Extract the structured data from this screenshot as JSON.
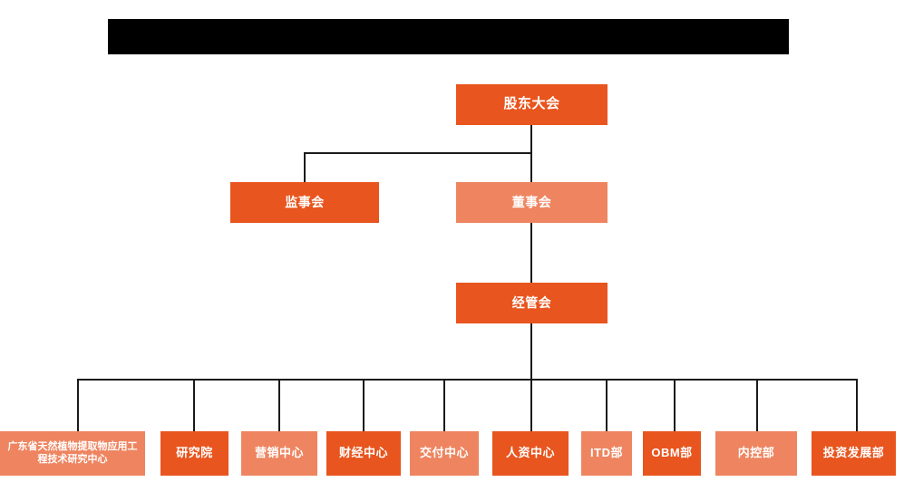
{
  "diagram": {
    "title_bar": {
      "name": "redacted-title-bar",
      "color": "#000000",
      "text": ""
    },
    "colors": {
      "dark_orange": "#E8551E",
      "light_orange": "#EE8560",
      "connector": "#1a1a1a",
      "background": "#FFFFFF",
      "text": "#FFFFFF"
    },
    "nodes": {
      "shareholders_meeting": {
        "label": "股东大会",
        "shade": "dark"
      },
      "supervisory_board": {
        "label": "监事会",
        "shade": "dark"
      },
      "board_of_directors": {
        "label": "董事会",
        "shade": "light"
      },
      "management_committee": {
        "label": "经管会",
        "shade": "dark"
      }
    },
    "departments": [
      {
        "label": "广东省天然植物提取物应用工程技术研究中心",
        "shade": "light"
      },
      {
        "label": "研究院",
        "shade": "dark"
      },
      {
        "label": "营销中心",
        "shade": "light"
      },
      {
        "label": "财经中心",
        "shade": "dark"
      },
      {
        "label": "交付中心",
        "shade": "light"
      },
      {
        "label": "人资中心",
        "shade": "dark"
      },
      {
        "label": "ITD部",
        "shade": "light"
      },
      {
        "label": "OBM部",
        "shade": "dark"
      },
      {
        "label": "内控部",
        "shade": "light"
      },
      {
        "label": "投资发展部",
        "shade": "dark"
      }
    ]
  }
}
